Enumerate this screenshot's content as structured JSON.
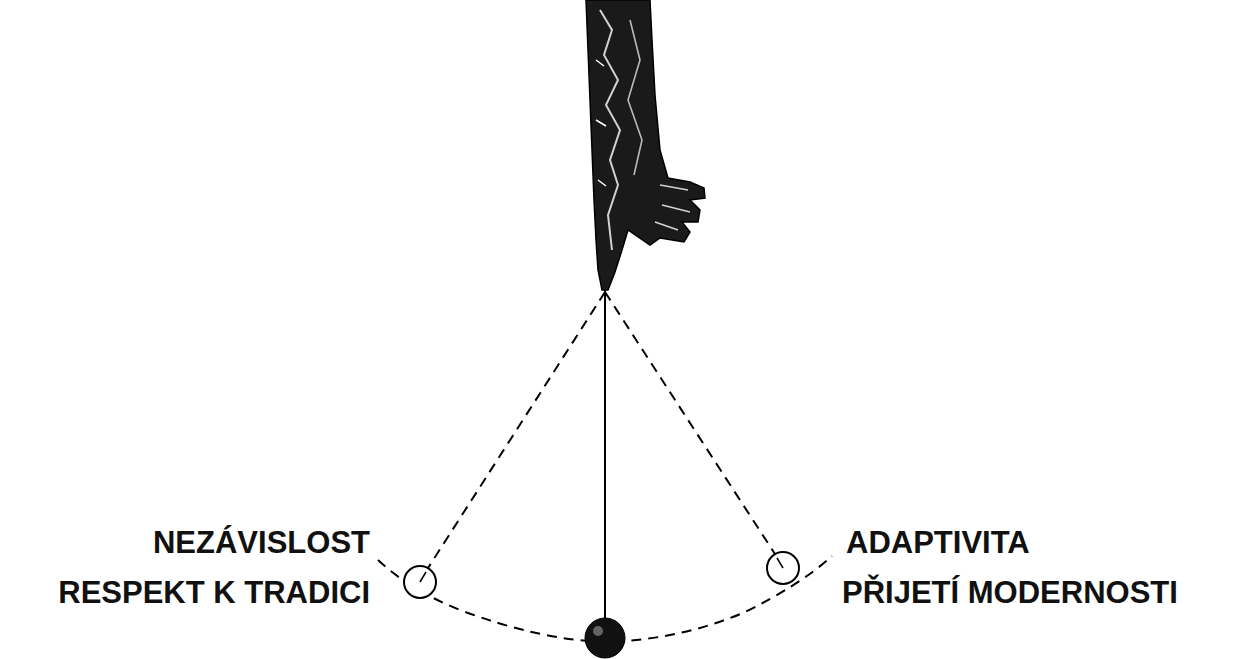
{
  "diagram": {
    "labels": [
      "NEZÁVISLOST",
      "RESPEKT K TRADICI",
      "ADAPTIVITA",
      "PŘIJETÍ MODERNOSTI"
    ]
  }
}
